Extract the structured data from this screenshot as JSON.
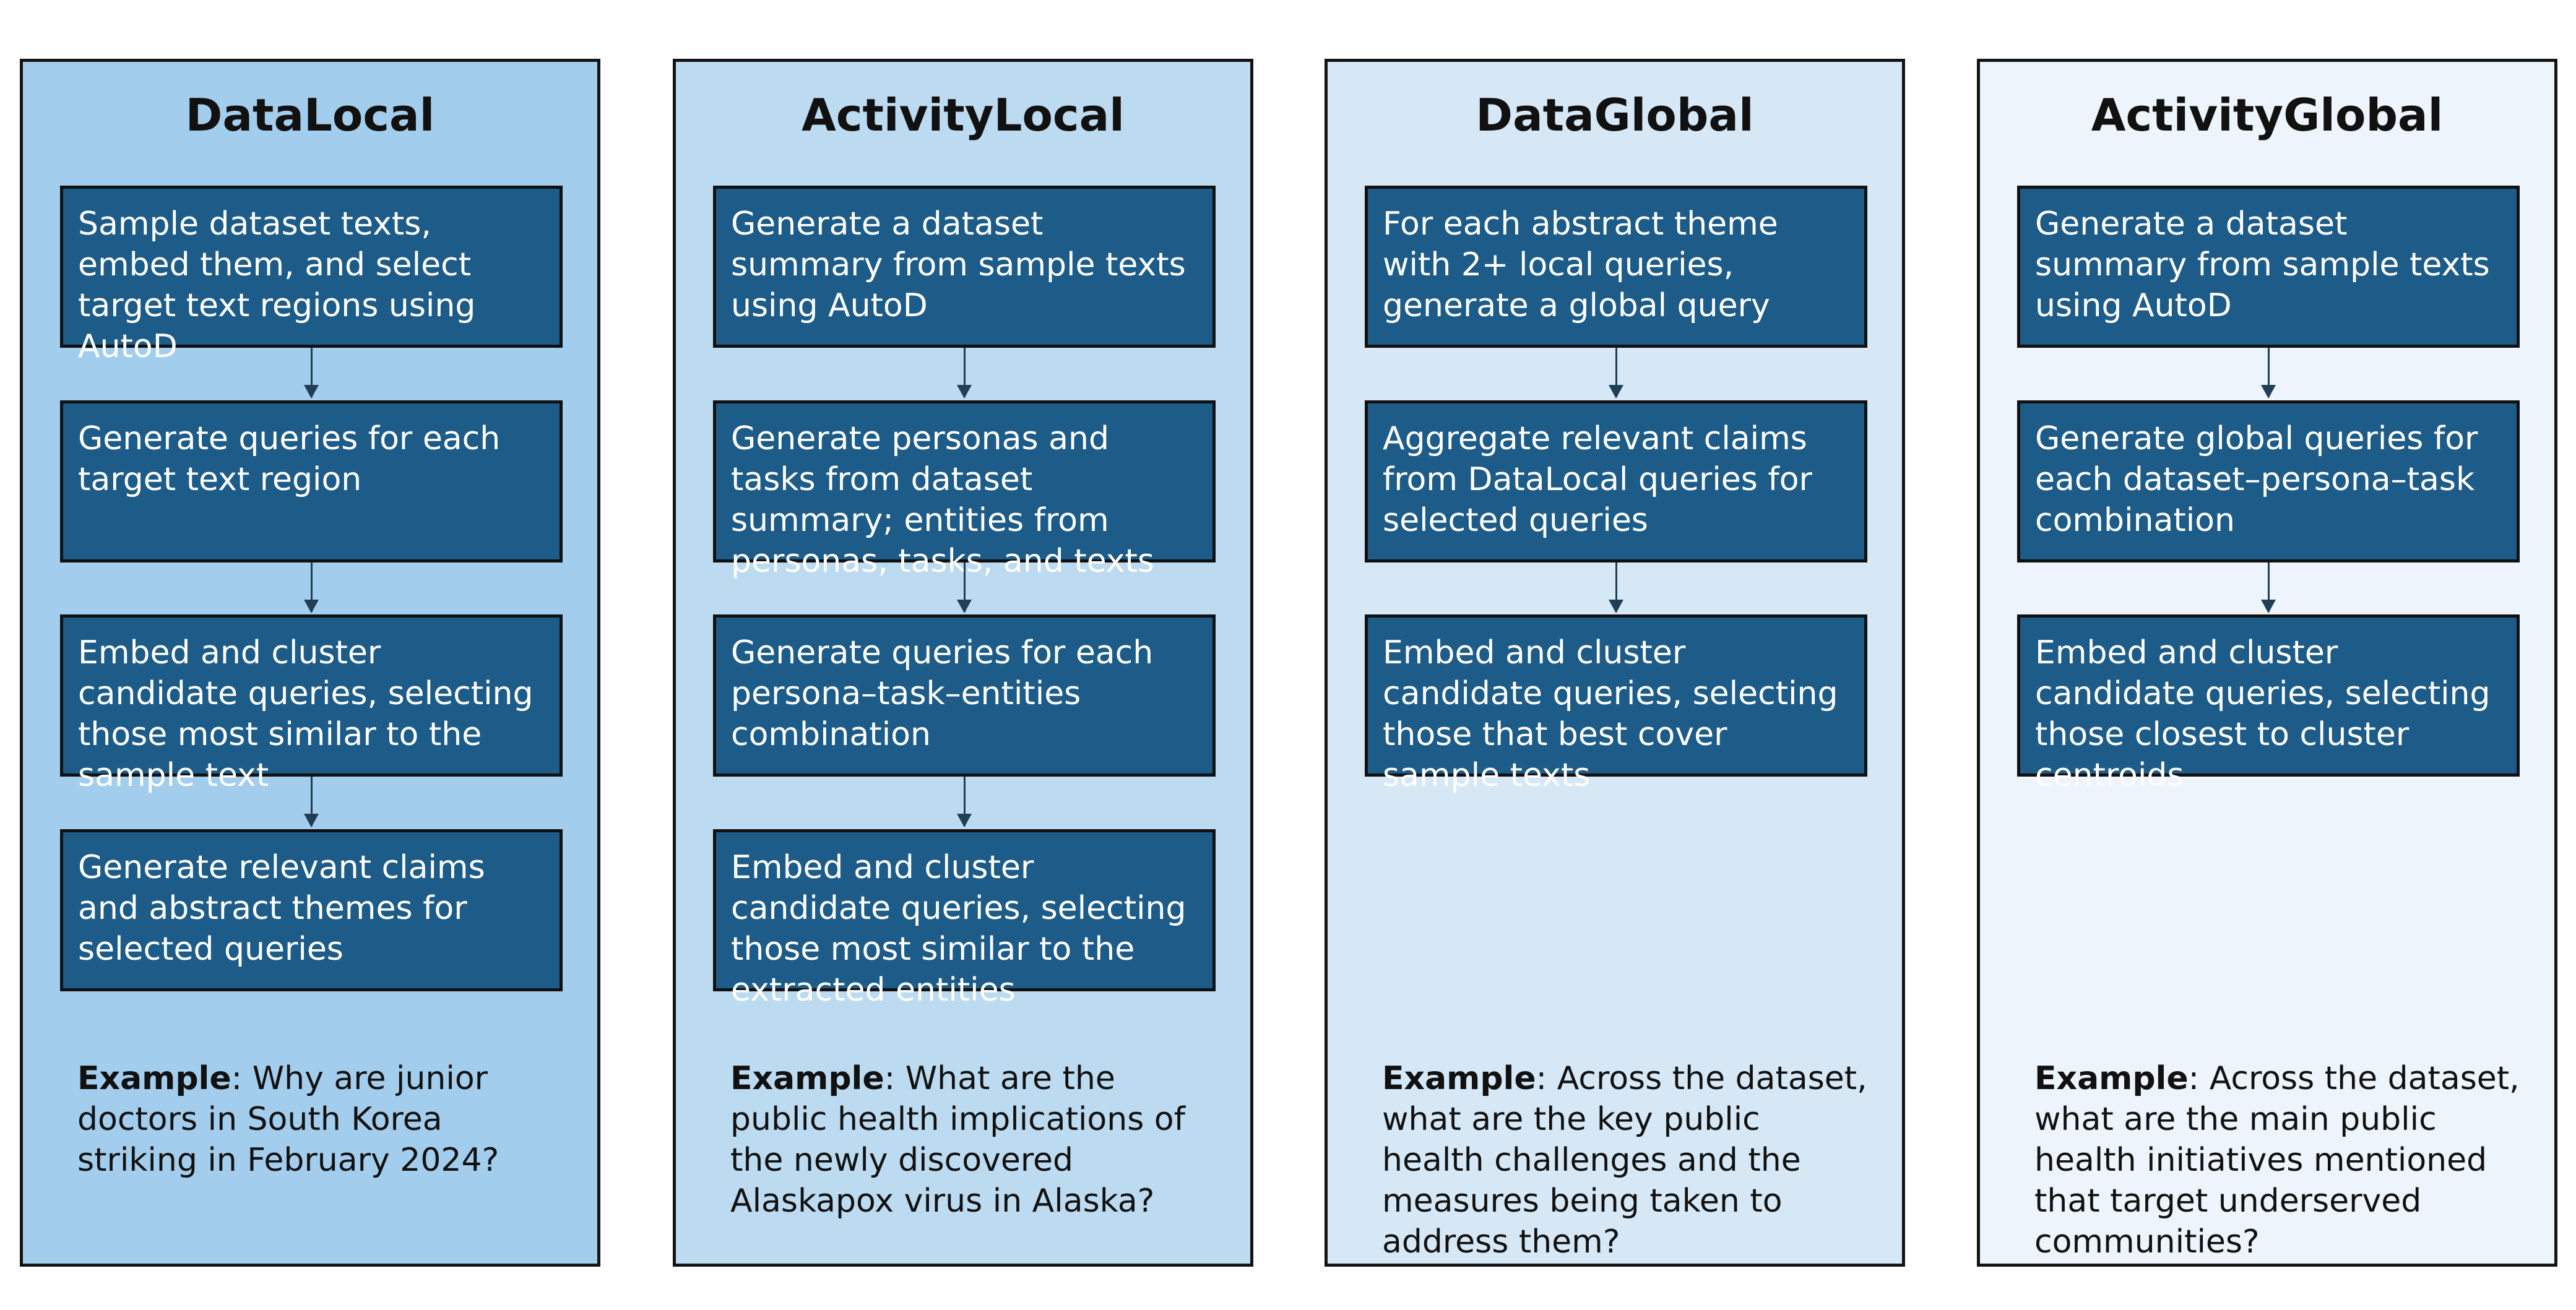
{
  "example_label": "Example",
  "panels": [
    {
      "title": "DataLocal",
      "steps": [
        "Sample dataset texts, embed them, and select target text regions using AutoD",
        "Generate queries for each target text region",
        "Embed and cluster candidate queries, selecting those most similar to the sample text",
        "Generate relevant claims and abstract themes for selected queries"
      ],
      "example": ": Why are junior doctors in South Korea striking in February 2024?"
    },
    {
      "title": "ActivityLocal",
      "steps": [
        "Generate a dataset summary from sample texts using AutoD",
        "Generate personas and tasks from dataset summary; entities from personas, tasks, and texts",
        "Generate queries for each persona–task–entities combination",
        "Embed and cluster candidate queries, selecting those most similar to the extracted entities"
      ],
      "example": ": What are the public health implications of the newly discovered Alaskapox virus in Alaska?"
    },
    {
      "title": "DataGlobal",
      "steps": [
        "For each abstract theme with 2+ local queries, generate a global query",
        "Aggregate relevant claims from DataLocal queries for selected queries",
        "Embed and cluster candidate queries, selecting those that best cover sample texts"
      ],
      "example": ": Across the dataset, what are the key public health challenges and the measures being taken to address them?"
    },
    {
      "title": "ActivityGlobal",
      "steps": [
        "Generate a dataset summary from sample texts using AutoD",
        "Generate global queries for each dataset–persona–task combination",
        "Embed and cluster candidate queries, selecting those closest to cluster centroids"
      ],
      "example": ": Across the dataset, what are the main public health initiatives mentioned that target underserved communities?"
    }
  ]
}
